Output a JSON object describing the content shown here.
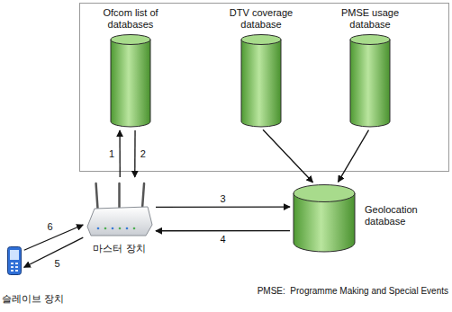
{
  "diagram": {
    "nodes": [
      {
        "text": [
          "Ofcom list of databases"
        ]
      },
      {
        "text": [
          "DTV coverage database"
        ]
      },
      {
        "text": [
          "PMSE usage database"
        ]
      },
      {
        "text": [
          "마스터 장치"
        ]
      },
      {
        "text": [
          "Geolocation database"
        ]
      },
      {
        "text": [
          "슬레이브 장치"
        ]
      }
    ],
    "edges": [
      {
        "from": 3,
        "to": 0,
        "label": "1",
        "arrow": "to"
      },
      {
        "from": 0,
        "to": 3,
        "label": "2",
        "arrow": "to"
      },
      {
        "from": 3,
        "to": 4,
        "label": "3",
        "arrow": "to"
      },
      {
        "from": 4,
        "to": 3,
        "label": "4",
        "arrow": "to"
      },
      {
        "from": 3,
        "to": 5,
        "label": "5",
        "arrow": "to"
      },
      {
        "from": 5,
        "to": 3,
        "label": "6",
        "arrow": "to"
      },
      {
        "from": 1,
        "to": 4,
        "arrow": "to"
      },
      {
        "from": 2,
        "to": 4,
        "arrow": "to"
      }
    ],
    "labels": [
      "PMSE:  Programme Making and Special Events"
    ]
  }
}
